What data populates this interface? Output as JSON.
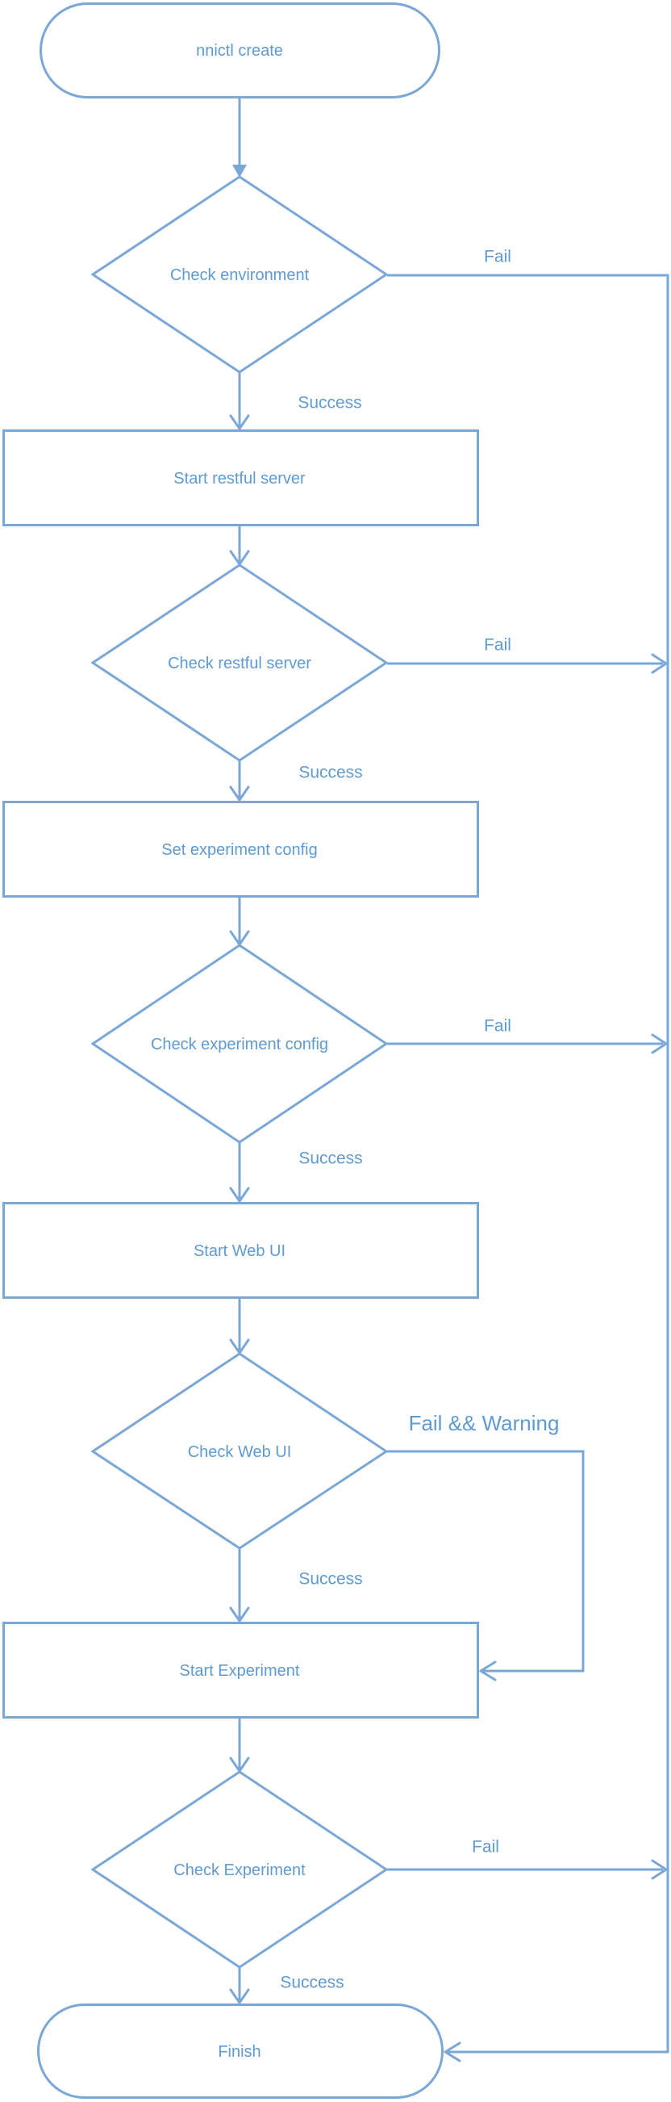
{
  "colors": {
    "line": "#7ba7d6",
    "text": "#5f9ad1",
    "background": "#ffffff"
  },
  "nodes": {
    "start": {
      "type": "terminator",
      "label": "nnictl create"
    },
    "check_environment": {
      "type": "decision",
      "label": "Check environment"
    },
    "start_restful_server": {
      "type": "process",
      "label": "Start restful server"
    },
    "check_restful_server": {
      "type": "decision",
      "label": "Check restful server"
    },
    "set_experiment_config": {
      "type": "process",
      "label": "Set experiment config"
    },
    "check_experiment_config": {
      "type": "decision",
      "label": "Check experiment config"
    },
    "start_web_ui": {
      "type": "process",
      "label": "Start Web UI"
    },
    "check_web_ui": {
      "type": "decision",
      "label": "Check Web UI"
    },
    "start_experiment": {
      "type": "process",
      "label": "Start Experiment"
    },
    "check_experiment": {
      "type": "decision",
      "label": "Check Experiment"
    },
    "finish": {
      "type": "terminator",
      "label": "Finish"
    }
  },
  "edges": {
    "env_fail": {
      "label": "Fail"
    },
    "env_success": {
      "label": "Success"
    },
    "restful_fail": {
      "label": "Fail"
    },
    "restful_success": {
      "label": "Success"
    },
    "config_fail": {
      "label": "Fail"
    },
    "config_success": {
      "label": "Success"
    },
    "webui_fail_warning": {
      "label": "Fail && Warning"
    },
    "webui_success": {
      "label": "Success"
    },
    "experiment_fail": {
      "label": "Fail"
    },
    "experiment_success": {
      "label": "Success"
    }
  }
}
